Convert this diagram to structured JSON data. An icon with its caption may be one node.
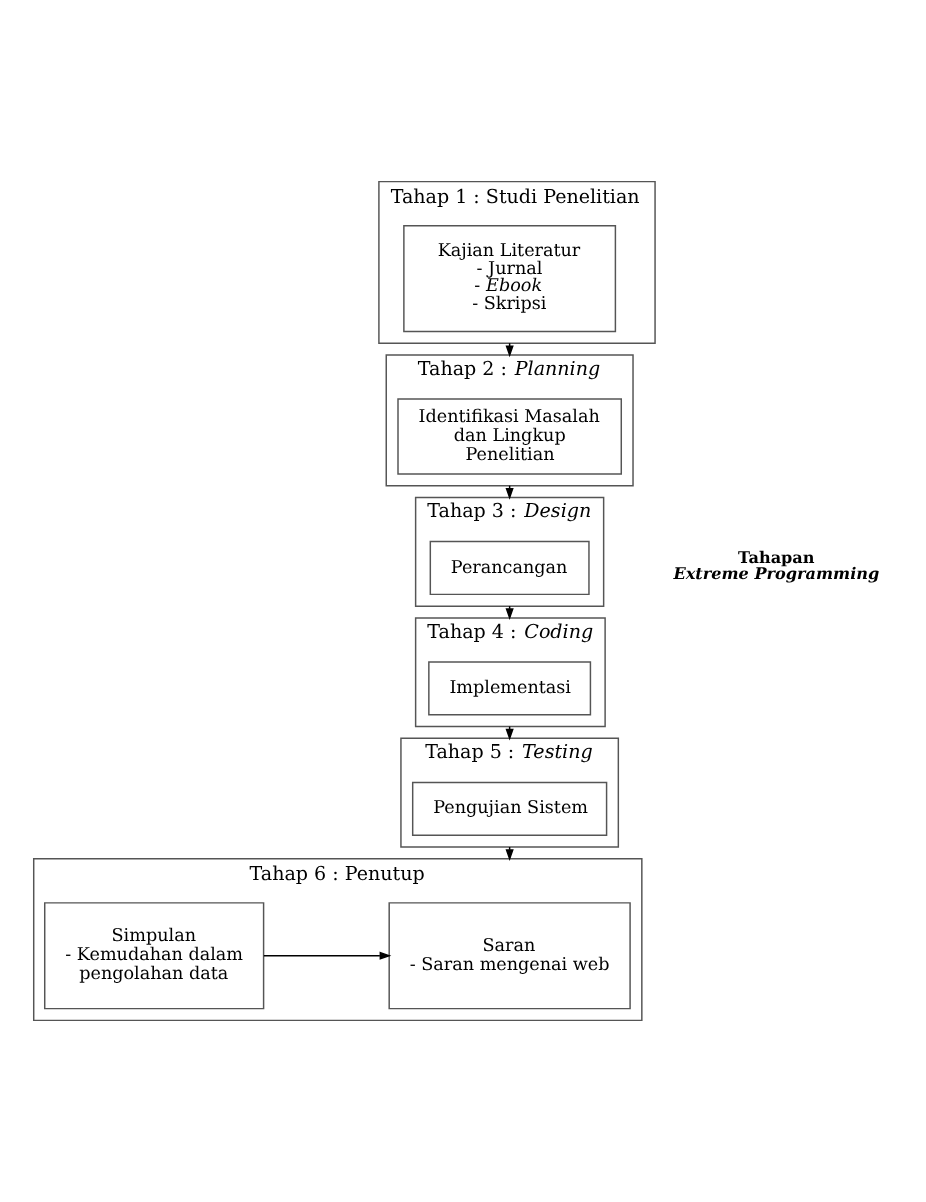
{
  "diagram": {
    "nodes": [
      {
        "text": [
          "Tahap 1 : Studi Penelitian"
        ]
      },
      {
        "text": [
          "Kajian Literatur",
          "- Jurnal",
          "- *Ebook*",
          "- Skripsi"
        ],
        "in": 0
      },
      {
        "text": [
          "Tahap 2 : *Planning*"
        ]
      },
      {
        "text": [
          "Identifikasi Masalah dan Lingkup Penelitian"
        ],
        "in": 2
      },
      {
        "text": [
          "Tahap 3 : *Design*"
        ]
      },
      {
        "text": [
          "Perancangan"
        ],
        "in": 4
      },
      {
        "text": [
          "Tahap 4 : *Coding*"
        ]
      },
      {
        "text": [
          "Implementasi"
        ],
        "in": 6
      },
      {
        "text": [
          "Tahap 5 : *Testing*"
        ]
      },
      {
        "text": [
          "Pengujian Sistem"
        ],
        "in": 8
      },
      {
        "text": [
          "Tahap 6 : Penutup"
        ]
      },
      {
        "text": [
          "Simpulan",
          "- Kemudahan dalam pengolahan data"
        ],
        "in": 10
      },
      {
        "text": [
          "Saran",
          "- Saran mengenai web"
        ],
        "in": 10
      }
    ],
    "edges": [
      {
        "from": 0,
        "to": 2,
        "arrow": "to"
      },
      {
        "from": 2,
        "to": 4,
        "arrow": "to"
      },
      {
        "from": 4,
        "to": 6,
        "arrow": "to"
      },
      {
        "from": 6,
        "to": 8,
        "arrow": "to"
      },
      {
        "from": 8,
        "to": 10,
        "arrow": "to"
      },
      {
        "from": 11,
        "to": 12,
        "arrow": "to"
      }
    ],
    "labels": [
      "Tahapan",
      "*Extreme Programming*"
    ]
  }
}
